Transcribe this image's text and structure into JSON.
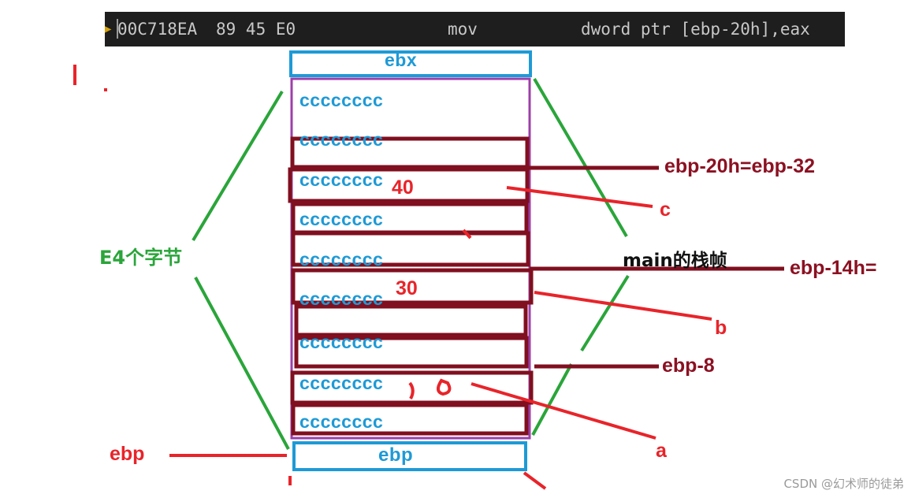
{
  "asm": {
    "address": "00C718EA",
    "bytes": "89 45 E0",
    "opcode": "mov",
    "operands": "dword ptr [ebp-20h],eax"
  },
  "stack": {
    "top_register": "ebx",
    "bottom_register": "ebp",
    "cell_fill": "cccccccc",
    "values": {
      "c": "40",
      "b": "30",
      "a": "0"
    }
  },
  "labels": {
    "frame_size": "E4个字节",
    "frame_name": "main的栈帧",
    "offset_c": "ebp-20h=ebp-32",
    "offset_b": "ebp-14h=",
    "offset_a": "ebp-8",
    "var_c": "c",
    "var_b": "b",
    "var_a": "a",
    "ebp_pointer": "ebp"
  },
  "watermark": "CSDN @幻术师的徒弟",
  "colors": {
    "asm_bg": "#1e1e1e",
    "cell_text": "#1e9ad6",
    "frame_border": "#9c3fa8",
    "slot_border": "#800f1f",
    "brace": "#2aa53a",
    "annotation_red": "#e8242a",
    "offset_dark": "#8b1122"
  }
}
